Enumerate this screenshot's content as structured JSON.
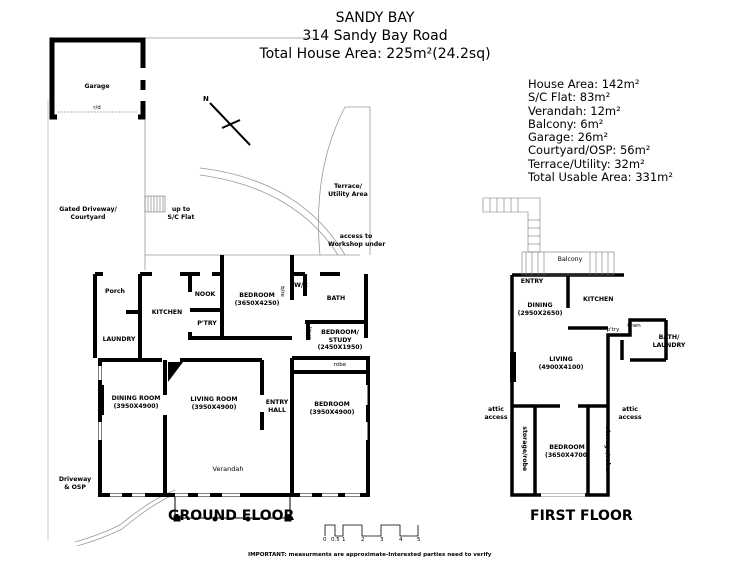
{
  "header": {
    "title": "SANDY BAY",
    "address": "314 Sandy Bay Road",
    "total_area": "Total House Area: 225m²(24.2sq)"
  },
  "area_summary": [
    "House Area: 142m²",
    "S/C Flat: 83m²",
    "Verandah: 12m²",
    "Balcony: 6m²",
    "Garage: 26m²",
    "Courtyard/OSP: 56m²",
    "Terrace/Utility: 32m²",
    "Total Usable Area: 331m²"
  ],
  "ground_floor": {
    "title": "GROUND FLOOR",
    "labels": {
      "garage": "Garage",
      "garage_door": "r/d",
      "gated_driveway": [
        "Gated Driveway/",
        "Courtyard"
      ],
      "up_to_flat": [
        "up to",
        "S/C Flat"
      ],
      "terrace": [
        "Terrace/",
        "Utility Area"
      ],
      "workshop_access": [
        "access to",
        "Workshop under"
      ],
      "porch": "Porch",
      "laundry": "LAUNDRY",
      "kitchen": "KITCHEN",
      "nook": "NOOK",
      "pantry": "P'TRY",
      "bedroom1": [
        "BEDROOM",
        "(3650X4250)"
      ],
      "wc": "W/C",
      "bath": "BATH",
      "bathrobe": "b/re",
      "linen": "linen",
      "study": [
        "BEDROOM/",
        "STUDY",
        "(2450X1950)"
      ],
      "robe": "robe",
      "dining": [
        "DINING ROOM",
        "(3950X4900)"
      ],
      "living": [
        "LIVING ROOM",
        "(3950X4900)"
      ],
      "entry": [
        "ENTRY",
        "HALL"
      ],
      "bedroom2": [
        "BEDROOM",
        "(3950X4900)"
      ],
      "verandah": "Verandah",
      "driveway": [
        "Driveway",
        "& OSP"
      ]
    }
  },
  "first_floor": {
    "title": "FIRST FLOOR",
    "labels": {
      "balcony": "Balcony",
      "entry": "ENTRY",
      "dining": [
        "DINING",
        "(2950X2650)"
      ],
      "kitchen": "KITCHEN",
      "pantry": "p'try",
      "linen": "linen",
      "bath_laundry": [
        "BATH/",
        "LAUNDRY"
      ],
      "living": [
        "LIVING",
        "(4900X4100)"
      ],
      "attic_left": [
        "attic",
        "access"
      ],
      "attic_right": [
        "attic",
        "access"
      ],
      "storage_left": "storage/robe",
      "storage_right": "storage/robe",
      "bedroom": [
        "BEDROOM",
        "(3650X4700)"
      ]
    }
  },
  "compass": {
    "label": "N"
  },
  "scale_bar": {
    "ticks": [
      "0",
      "0.5",
      "1",
      "2",
      "3",
      "4",
      "5"
    ]
  },
  "footer_note": "IMPORTANT: measurments are approximate-Interested parties need to verify"
}
